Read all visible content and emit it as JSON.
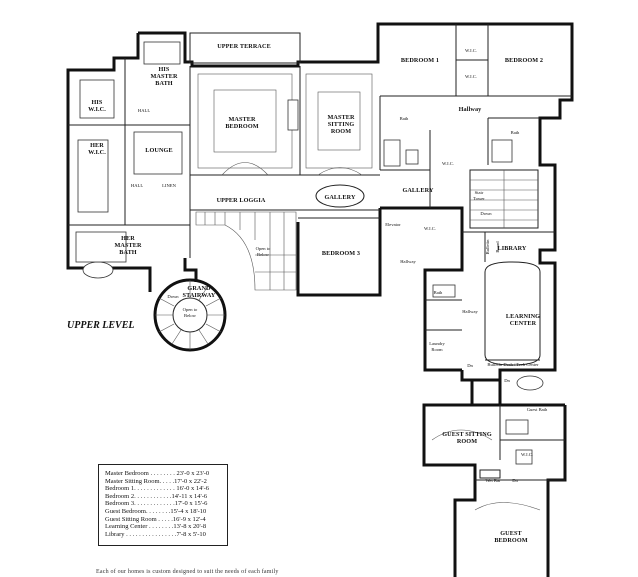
{
  "level_title": "UPPER LEVEL",
  "rooms": {
    "upper_terrace": "UPPER TERRACE",
    "his_master_bath": [
      "HIS",
      "MASTER",
      "BATH"
    ],
    "his_wic": [
      "HIS",
      "W.I.C."
    ],
    "hall_1": "HALL",
    "master_bedroom": [
      "MASTER",
      "BEDROOM"
    ],
    "master_sitting_room": [
      "MASTER",
      "SITTING",
      "ROOM"
    ],
    "bedroom_1": "BEDROOM 1",
    "bedroom_2": "BEDROOM 2",
    "wic_b1": "W.I.C.",
    "wic_b2": "W.I.C.",
    "hallway_top": "Hallway",
    "bath_top_left": "Bath",
    "bath_top_right": "Bath",
    "her_wic": [
      "HER",
      "W.I.C."
    ],
    "lounge": "LOUNGE",
    "hall_2": "HALL",
    "linen": "LINEN",
    "gallery_center": "GALLERY",
    "gallery_right": "GALLERY",
    "wic_mid": "W.I.C.",
    "stair_tower": [
      "Stair",
      "Tower"
    ],
    "down_stair": "Down",
    "upper_loggia": "UPPER LOGGIA",
    "elevator": "Elevator",
    "wic_b3": "W.I.C.",
    "her_master_bath": [
      "HER",
      "MASTER",
      "BATH"
    ],
    "open_to_below_center": [
      "Open to",
      "Below"
    ],
    "bedroom_3": "BEDROOM 3",
    "bulletin_board": [
      "Bulletin",
      "Board"
    ],
    "library": "LIBRARY",
    "hallway_mid": "Hallway",
    "grand_stairway": [
      "GRAND",
      "STAIRWAY"
    ],
    "down_grand": "Down",
    "open_to_below_stair": [
      "Open to",
      "Below"
    ],
    "bath_mid": "Bath",
    "hallway_lower": "Hallway",
    "learning_center": [
      "LEARNING",
      "CENTER"
    ],
    "laundry_room": [
      "Laundry",
      "Room"
    ],
    "bulletin_desk": "Bulletin Desk / Tech Center",
    "dn_1": "Dn",
    "dn_2": "Dn",
    "guest_bath": "Guest Bath",
    "guest_sitting_room": [
      "GUEST SITTING",
      "ROOM"
    ],
    "wic_guest": "W.I.C.",
    "wet_bar": "Wet Bar",
    "dn_guest": "Dn",
    "guest_bedroom": [
      "GUEST",
      "BEDROOM"
    ]
  },
  "legend": [
    "Master Bedroom . . . . . . . . 23'-0 x 23'-0",
    "Master Sitting Room. . . . .17'-0 x 22'-2",
    "Bedroom 1. . . . . . . . . . . . . 16'-0 x 14'-6",
    "Bedroom 2. . . . . . . . . . . .14'-11 x 14'-6",
    "Bedroom 3. . . . . . . . . . . . .17'-0 x 15'-6",
    "Guest Bedroom. . . . . . . .15'-4 x 18'-10",
    "Guest Sitting Room . . . . .16'-9 x 12'-4",
    "Learning Center . . . . . . . .13'-8 x 20'-8",
    "Library . . . . . . . . . . . . . . . .7'-8 x 5'-10"
  ],
  "footer_note": "Each of our homes is custom designed to suit the needs of each family"
}
